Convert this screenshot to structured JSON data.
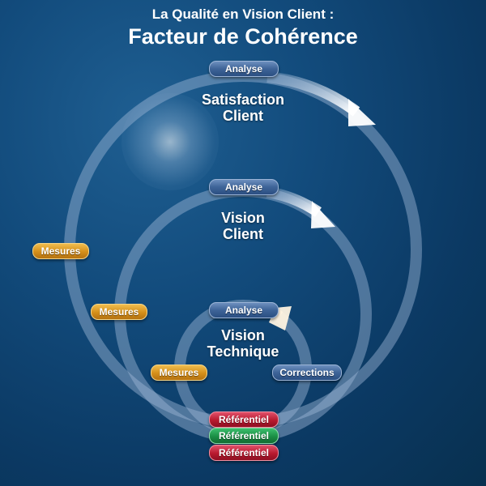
{
  "header": {
    "subtitle": "La Qualité en Vision Client :",
    "title": "Facteur de Cohérence"
  },
  "circles": {
    "outer": {
      "line1": "Satisfaction",
      "line2": "Client"
    },
    "middle": {
      "line1": "Vision",
      "line2": "Client"
    },
    "inner": {
      "line1": "Vision",
      "line2": "Technique"
    }
  },
  "pills": {
    "analyse_outer": "Analyse",
    "analyse_middle": "Analyse",
    "analyse_inner": "Analyse",
    "mesures_outer": "Mesures",
    "mesures_middle": "Mesures",
    "mesures_inner": "Mesures",
    "corrections": "Corrections",
    "referentiel_top": "Référentiel",
    "referentiel_mid": "Référentiel",
    "referentiel_bot": "Référentiel"
  },
  "colors": {
    "background": "#0b3963",
    "pill_blue": "#3e6498",
    "pill_orange": "#d48f1a",
    "pill_red": "#b8192e",
    "pill_green": "#1b8f45",
    "ring": "#9fb8d6"
  }
}
